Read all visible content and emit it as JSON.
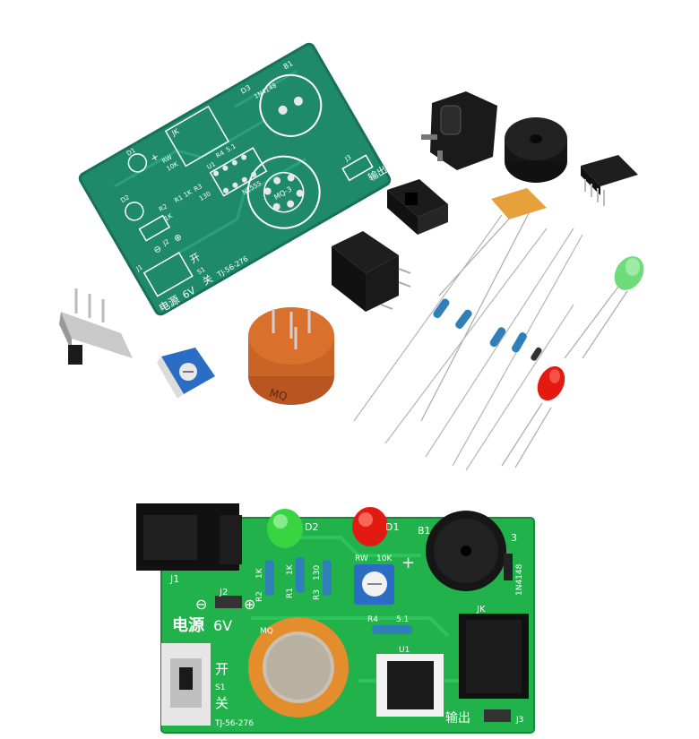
{
  "top_pcb": {
    "labels": {
      "d3": "D3",
      "part_1n4148": "1N4148",
      "b1": "B1",
      "jk": "JK",
      "output_cn": "输出",
      "j3": "J3",
      "d1": "D1",
      "d2": "D2",
      "r4": "R4",
      "r4_val": "5.1",
      "r1": "R1",
      "r1_val": "1K",
      "r2": "R2",
      "r2_val": "1K",
      "r3": "R3",
      "r3_val": "130",
      "rw": "RW",
      "rw_val": "10K",
      "u1": "U1",
      "ne555": "NE555",
      "mq3": "MQ-3",
      "j2": "J2",
      "j1": "J1",
      "power_cn": "电源",
      "power_v": "6V",
      "switch_open": "开",
      "switch_close": "关",
      "s1": "S1",
      "model": "TJ-56-276",
      "minus": "⊖",
      "plus": "⊕",
      "plus_sign": "+"
    }
  },
  "sensor_text": "MQ",
  "bottom_pcb": {
    "labels": {
      "d2": "D2",
      "d1": "D1",
      "b1": "B1",
      "d3": "3",
      "part_1n4148": "1N4148",
      "j1": "J1",
      "r2": "R2",
      "r2_val": "1K",
      "r1": "R1",
      "r1_val": "1K",
      "r3": "R3",
      "r3_val": "130",
      "rw": "RW",
      "rw_val": "10K",
      "plus_sign": "+",
      "j2": "J2",
      "minus": "⊖",
      "plus": "⊕",
      "power_cn": "电源",
      "power_v": "6V",
      "mq": "MQ",
      "r4": "R4",
      "r4_val": "5.1",
      "jk": "JK",
      "u1": "U1",
      "switch_open": "开",
      "s1": "S1",
      "switch_close": "关",
      "model": "TJ-56-276",
      "output_cn": "输出",
      "j3": "J3"
    }
  },
  "colors": {
    "pcb_top": "#1f8a6a",
    "pcb_top_edge": "#16705a",
    "pcb_bottom": "#22b24c",
    "pcb_bottom_edge": "#178a3a",
    "sensor": "#d9712c",
    "led_red": "#e21a12",
    "led_green": "#39d442",
    "resistor": "#2f7fb8",
    "capacitor": "#e6a13a"
  }
}
